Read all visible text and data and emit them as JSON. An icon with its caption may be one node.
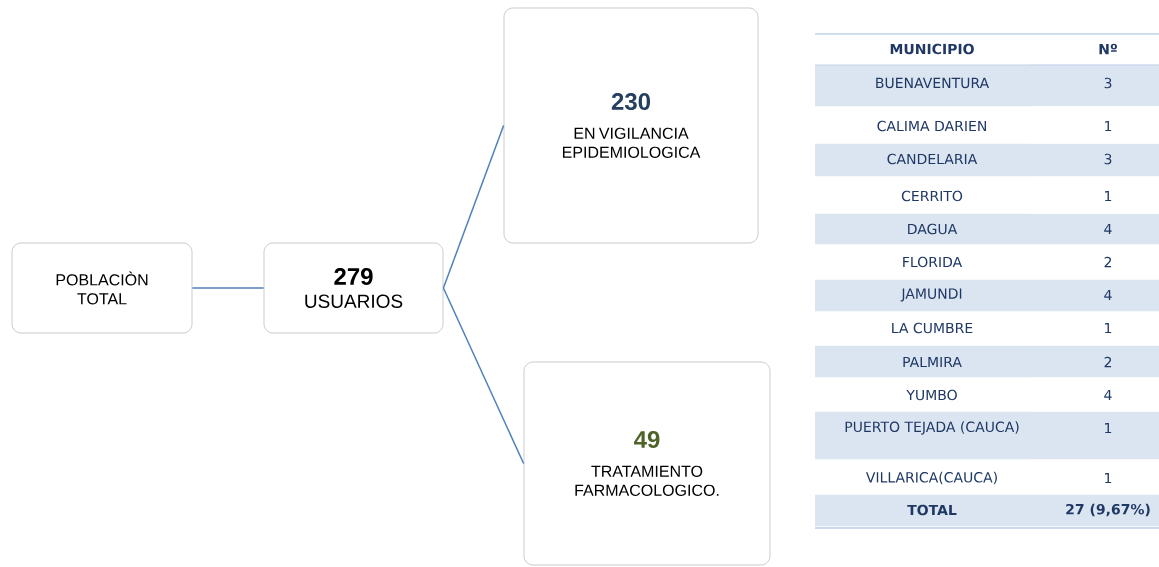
{
  "diagram": {
    "nodes": [
      {
        "text": [
          "POBLACIÒN TOTAL"
        ]
      },
      {
        "text": [
          "279",
          "USUARIOS"
        ]
      },
      {
        "text": [
          "230",
          "EN VIGILANCIA EPIDEMIOLOGICA"
        ]
      },
      {
        "text": [
          "49",
          "TRATAMIENTO FARMACOLOGICO."
        ]
      }
    ],
    "edges": [
      {
        "from": 0,
        "to": 1,
        "arrow": "none"
      },
      {
        "from": 1,
        "to": 2,
        "arrow": "none"
      },
      {
        "from": 1,
        "to": 3,
        "arrow": "none"
      }
    ],
    "labels": [
      "MUNICIPIO",
      "Nº",
      "BUENAVENTURA",
      "3",
      "CALIMA DARIEN",
      "1",
      "CANDELARIA",
      "3",
      "CERRITO",
      "1",
      "DAGUA",
      "4",
      "FLORIDA",
      "2",
      "JAMUNDI",
      "4",
      "LA CUMBRE",
      "1",
      "PALMIRA",
      "2",
      "YUMBO",
      "4",
      "PUERTO TEJADA (CAUCA)",
      "1",
      "VILLARICA(CAUCA)",
      "1",
      "TOTAL",
      "27 (9,67%)"
    ]
  }
}
